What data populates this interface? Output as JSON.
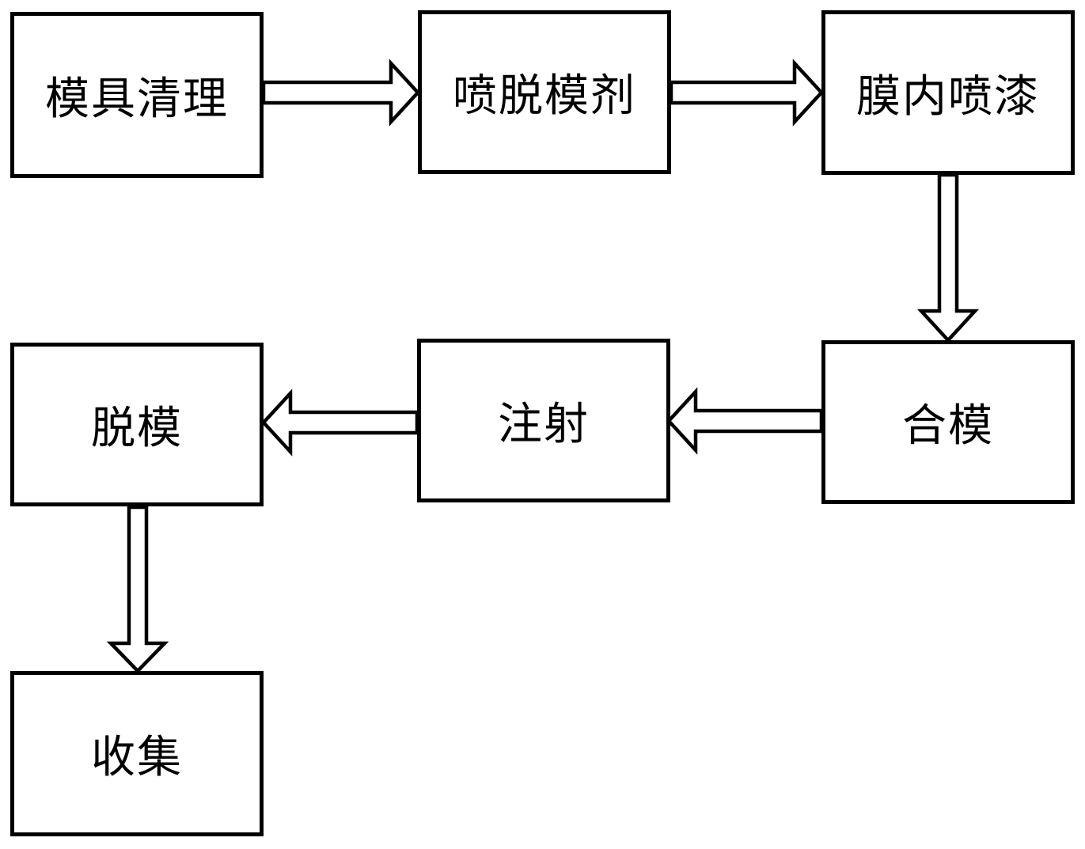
{
  "diagram": {
    "type": "flowchart",
    "background_color": "#ffffff",
    "stroke_color": "#000000",
    "node_fill_color": "#ffffff",
    "nodes": [
      {
        "id": "mold-cleaning",
        "label": "模具清理"
      },
      {
        "id": "spray-release-agent",
        "label": "喷脱模剂"
      },
      {
        "id": "in-mold-painting",
        "label": "膜内喷漆"
      },
      {
        "id": "demolding",
        "label": "脱模"
      },
      {
        "id": "injection",
        "label": "注射"
      },
      {
        "id": "mold-closing",
        "label": "合模"
      },
      {
        "id": "collection",
        "label": "收集"
      }
    ],
    "edges": [
      {
        "from": "模具清理",
        "to": "喷脱模剂",
        "direction": "right"
      },
      {
        "from": "喷脱模剂",
        "to": "膜内喷漆",
        "direction": "right"
      },
      {
        "from": "膜内喷漆",
        "to": "合模",
        "direction": "down"
      },
      {
        "from": "合模",
        "to": "注射",
        "direction": "left"
      },
      {
        "from": "注射",
        "to": "脱模",
        "direction": "left"
      },
      {
        "from": "脱模",
        "to": "收集",
        "direction": "down"
      }
    ]
  }
}
